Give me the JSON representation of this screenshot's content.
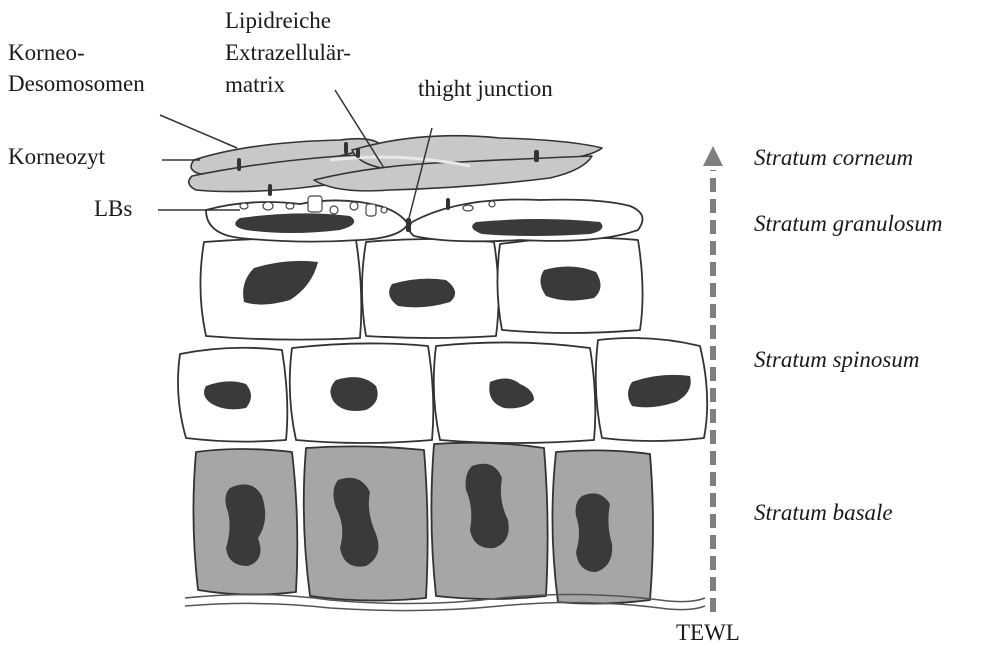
{
  "labels": {
    "korneo_desmosomen_line1": "Korneo-",
    "korneo_desmosomen_line2": "Desomosomen",
    "lipid_matrix_line1": "Lipidreiche",
    "lipid_matrix_line2": "Extrazellulär-",
    "lipid_matrix_line3": "matrix",
    "tight_junction": "thight junction",
    "korneozyt": "Korneozyt",
    "lbs": "LBs",
    "tewl": "TEWL"
  },
  "layers": {
    "corneum": "Stratum corneum",
    "granulosum": "Stratum granulosum",
    "spinosum": "Stratum spinosum",
    "basale": "Stratum basale"
  },
  "colors": {
    "outline": "#333333",
    "nucleus": "#3a3a3a",
    "basal_cell_fill": "#a6a6a6",
    "corneocyte_fill": "#c8c8c8",
    "arrow": "#7f7f7f",
    "text": "#1a1a1a"
  }
}
